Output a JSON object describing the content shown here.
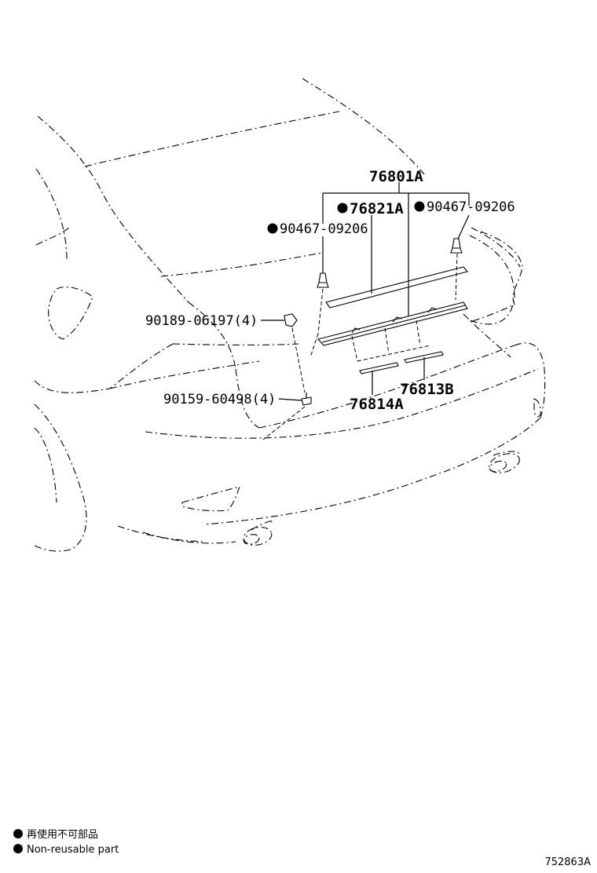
{
  "diagram": {
    "parts": {
      "p76801A": "76801A",
      "p76821A": "76821A",
      "p90467_left": "90467-09206",
      "p90467_right": "90467-09206",
      "p90189": "90189-06197(4)",
      "p90159": "90159-60498(4)",
      "p76814A": "76814A",
      "p76813B": "76813B"
    },
    "non_reusable_marker": "●",
    "legend": {
      "jp": "再使用不可部品",
      "en": "Non-reusable part"
    },
    "figure_number": "752863A"
  }
}
